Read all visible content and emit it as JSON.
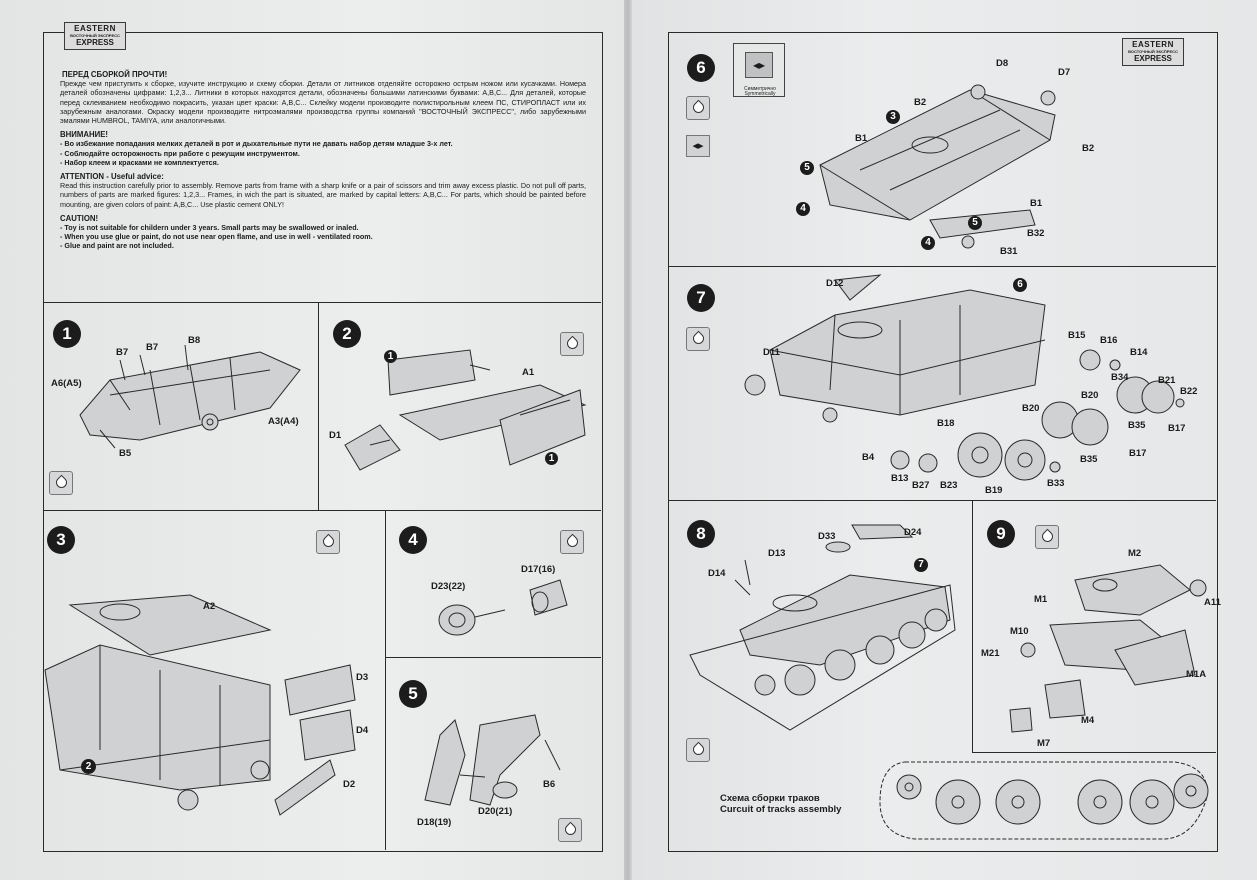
{
  "logo": {
    "line1": "EASTERN",
    "line2": "ВОСТОЧНЫЙ ЭКСПРЕСС",
    "line3": "EXPRESS"
  },
  "intro": {
    "ru_heading": "ПЕРЕД СБОРКОЙ ПРОЧТИ!",
    "ru_text": "Прежде чем приступить к сборке, изучите инструкцию и схему сборки. Детали от литников отделяйте осторожно острым ножом или кусачками. Номера деталей обозначены цифрами: 1,2,3... Литники в которых находятся детали, обозначены большими латинскими буквами: A,B,C... Для деталей, которые перед склеиванием необходимо покрасить, указан цвет краски: А,В,С... Склейку модели производите полистирольным клеем ПС, СТИРОПЛАСТ или их зарубежным аналогами. Окраску модели производите нитроэмалями производства группы компаний \"ВОСТОЧНЫЙ ЭКСПРЕСС\", либо зарубежными эмалями HUMBROL, TAMIYA, или аналогичными.",
    "warn_heading": "ВНИМАНИЕ!",
    "warn_items": [
      "- Во избежание попадания мелких деталей в рот и дыхательные пути не давать набор детям младше 3-х лет.",
      "- Соблюдайте осторожность при работе с режущим инструментом.",
      "- Набор клеем и красками не комплектуется."
    ],
    "en_heading": "ATTENTION - Useful advice:",
    "en_text": "Read this instruction carefully prior to assembly. Remove parts from frame with a sharp knife or a pair of scissors and trim away excess plastic. Do not pull off parts, numbers of parts are marked figures: 1,2,3... Frames, in wich the part is situated, are marked by capital letters: A,B,C... For parts, which should be painted before mounting, are given colors of paint: A,B,C... Use plastic cement ONLY!",
    "caution_heading": "CAUTION!",
    "caution_items": [
      "- Toy is not suitable for childern under 3 years. Small parts may be swallowed or inaled.",
      "- When you use glue or paint, do not use near open flame, and use in well - ventilated room.",
      "- Glue and paint are not included."
    ]
  },
  "steps": {
    "s1": {
      "num": "1",
      "labels": {
        "b7a": "B7",
        "b7b": "B7",
        "b8": "B8",
        "a6": "A6(A5)",
        "a3": "A3(A4)",
        "b5": "B5"
      }
    },
    "s2": {
      "num": "2",
      "labels": {
        "c1": "1",
        "a1": "A1",
        "d1": "D1",
        "c1b": "1"
      }
    },
    "s3": {
      "num": "3",
      "labels": {
        "a2": "A2",
        "d3": "D3",
        "d4": "D4",
        "d2": "D2",
        "c2": "2"
      }
    },
    "s4": {
      "num": "4",
      "labels": {
        "d23": "D23(22)",
        "d17": "D17(16)"
      }
    },
    "s5": {
      "num": "5",
      "labels": {
        "b6": "B6",
        "d18": "D18(19)",
        "d20": "D20(21)"
      }
    },
    "s6": {
      "num": "6",
      "sym_caption": "Симметрично Symmetrically",
      "labels": {
        "d8": "D8",
        "d7": "D7",
        "b2a": "B2",
        "c3": "3",
        "b1a": "B1",
        "b2b": "B2",
        "c5a": "5",
        "c4a": "4",
        "b1b": "B1",
        "c5b": "5",
        "c4b": "4",
        "b32": "B32",
        "b31": "B31"
      }
    },
    "s7": {
      "num": "7",
      "labels": {
        "d12": "D12",
        "c6": "6",
        "d11": "D11",
        "b15": "B15",
        "b16": "B16",
        "b14": "B14",
        "b34": "B34",
        "b21": "B21",
        "b22": "B22",
        "b20a": "B20",
        "b20b": "B20",
        "b18": "B18",
        "b35a": "B35",
        "b17a": "B17",
        "b17b": "B17",
        "b35b": "B35",
        "b4": "B4",
        "b13": "B13",
        "b27": "B27",
        "b23": "B23",
        "b19": "B19",
        "b33": "B33"
      }
    },
    "s8": {
      "num": "8",
      "labels": {
        "d33": "D33",
        "d24": "D24",
        "d13": "D13",
        "c7": "7",
        "d14": "D14"
      }
    },
    "s9": {
      "num": "9",
      "labels": {
        "m2": "M2",
        "m1": "M1",
        "a11": "A11",
        "m10": "M10",
        "m21": "M21",
        "m1a": "M1A",
        "m4": "M4",
        "m7": "M7"
      }
    }
  },
  "tracks": {
    "ru": "Схема сборки траков",
    "en": "Curcuit of tracks assembly"
  }
}
